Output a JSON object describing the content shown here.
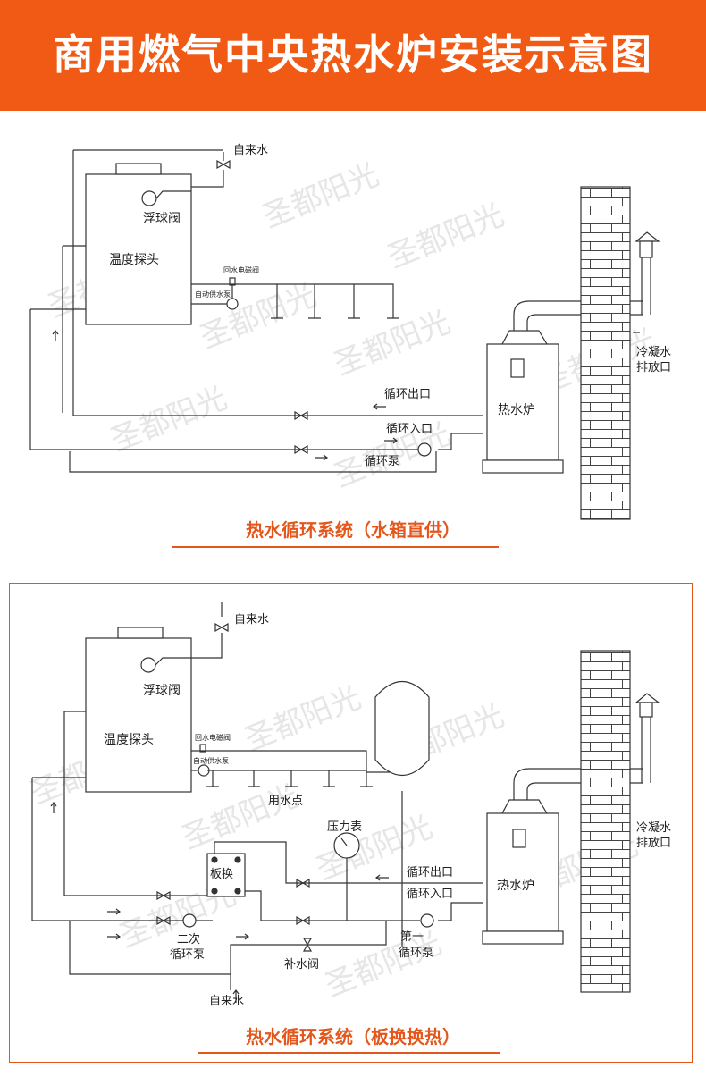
{
  "header": {
    "title": "商用燃气中央热水炉安装示意图"
  },
  "colors": {
    "accent": "#f05a14",
    "caption": "#e4571c"
  },
  "watermark": "圣都阳光",
  "diagram1": {
    "labels": {
      "tap_water": "自来水",
      "float_valve": "浮球阀",
      "temp_probe": "温度探头",
      "return_valve": "回水电磁阀",
      "auto_pump": "自动供水泵",
      "circ_out": "循环出口",
      "circ_in": "循环入口",
      "circ_pump": "循环泵",
      "boiler": "热水炉",
      "condensate": "冷凝水",
      "drain": "排放口"
    },
    "caption": "热水循环系统（水箱直供）"
  },
  "diagram2": {
    "labels": {
      "tap_water": "自来水",
      "float_valve": "浮球阀",
      "temp_probe": "温度探头",
      "return_valve": "回水电磁阀",
      "auto_pump": "自动供水泵",
      "use_point": "用水点",
      "pressure_gauge": "压力表",
      "plate_hx": "板换",
      "circ_out": "循环出口",
      "circ_in": "循环入口",
      "boiler": "热水炉",
      "condensate": "冷凝水",
      "drain": "排放口",
      "secondary_pump": "二次",
      "secondary_pump_2": "循环泵",
      "primary_pump": "第一",
      "primary_pump_2": "循环泵",
      "makeup_valve": "补水阀",
      "tap_water_bottom": "自来水"
    },
    "caption": "热水循环系统（板换换热）"
  }
}
